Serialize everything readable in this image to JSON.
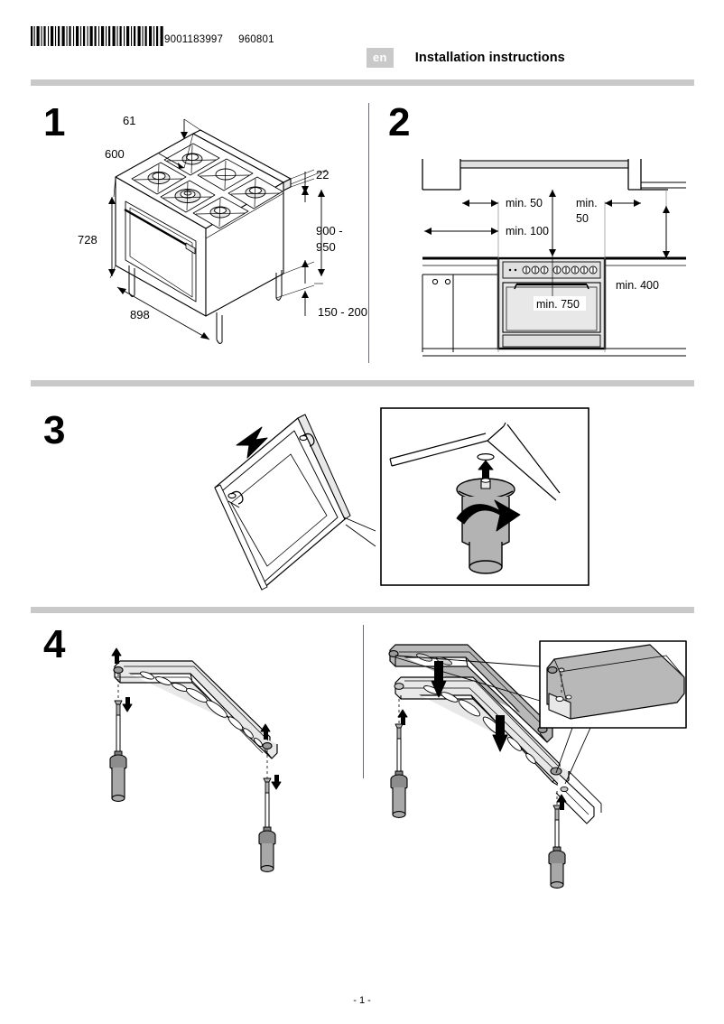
{
  "header": {
    "barcode_number": "9001183997",
    "doc_number": "960801",
    "language_badge": "en",
    "title": "Installation instructions"
  },
  "steps": [
    {
      "number": "1",
      "name": "appliance-dimensions"
    },
    {
      "number": "2",
      "name": "installation-clearances"
    },
    {
      "number": "3",
      "name": "door-removal-and-foot-adjustment"
    },
    {
      "number": "4",
      "name": "bracket-mounting"
    }
  ],
  "figure1": {
    "name": "range-cooker-dimensions",
    "dimensions": {
      "depth_top": "61",
      "depth": "600",
      "height_body": "728",
      "width": "898",
      "lip": "22",
      "worktop_height": "900 -",
      "worktop_height_2": "950",
      "plinth_height": "150 - 200"
    }
  },
  "figure2": {
    "name": "clearance-diagram",
    "labels": {
      "left_gap_upper": "min. 50",
      "left_gap_lower": "min. 100",
      "right_gap_line1": "min.",
      "right_gap_line2": "50",
      "hood_height": "min. 750",
      "side_height": "min. 400"
    }
  },
  "figure3": {
    "name": "oven-door-removal",
    "detail_name": "adjustable-foot-detail"
  },
  "figure4": {
    "name": "bracket-screw-mounting",
    "detail_name": "bracket-corner-detail"
  },
  "footer": {
    "page_label": "- 1 -"
  },
  "colors": {
    "rule": "#c9c9c9",
    "badge": "#c9c9c9",
    "line": "#000000",
    "fill_light": "#e8e8e8",
    "fill_mid": "#b3b3b3",
    "fill_dark": "#8c8c8c"
  }
}
